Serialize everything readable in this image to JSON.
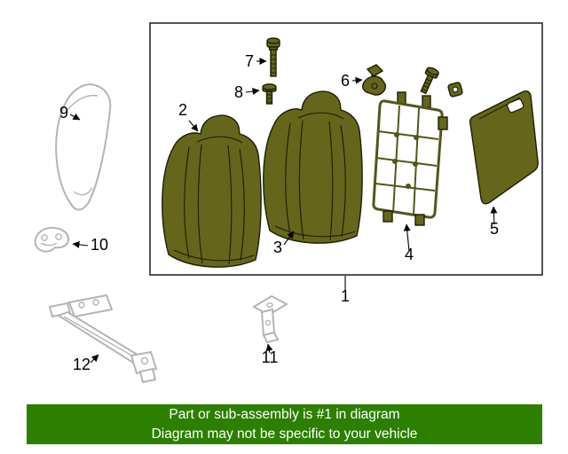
{
  "banner": {
    "line1": "Part or sub-assembly is #1 in diagram",
    "line2": "Diagram may not be specific to your vehicle",
    "bg_color": "#2c7f00",
    "text_color": "#ffffff"
  },
  "diagram": {
    "colors": {
      "highlight": "#65651c",
      "outline": "#1e1e05",
      "frame": "#55551a",
      "muted": "#b4b4b4",
      "box_stroke": "#2b2b2b"
    },
    "callouts": {
      "c1": "1",
      "c2": "2",
      "c3": "3",
      "c4": "4",
      "c5": "5",
      "c6": "6",
      "c7": "7",
      "c8": "8",
      "c9": "9",
      "c10": "10",
      "c11": "11",
      "c12": "12"
    }
  }
}
